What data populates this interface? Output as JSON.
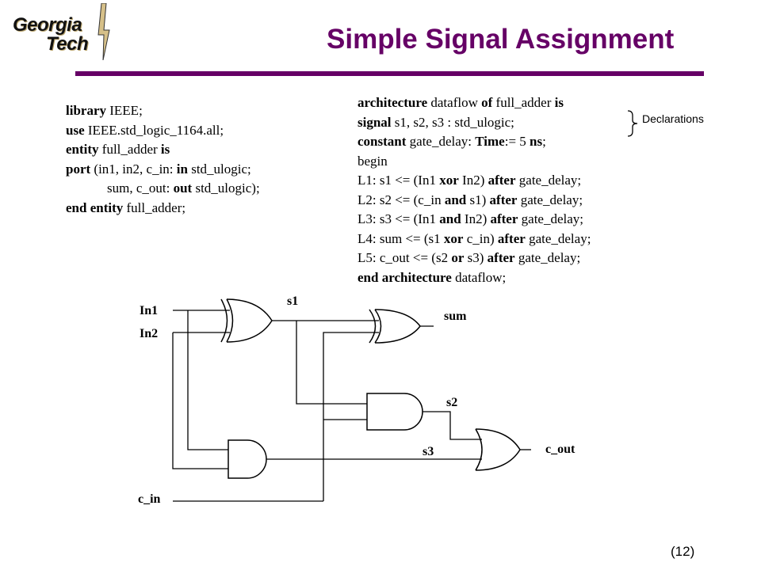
{
  "logo": {
    "line1": "Georgia",
    "line2": "Tech"
  },
  "title": "Simple Signal Assignment",
  "entity_code": [
    [
      {
        "k": "library"
      },
      {
        "t": " IEEE;"
      }
    ],
    [
      {
        "k": "use"
      },
      {
        "t": " IEEE.std_logic_1164.all;"
      }
    ],
    [
      {
        "k": "entity"
      },
      {
        "t": " full_adder "
      },
      {
        "k": "is"
      }
    ],
    [
      {
        "k": "port"
      },
      {
        "t": " (in1, in2, c_in: "
      },
      {
        "k": "in"
      },
      {
        "t": " std_ulogic;"
      }
    ],
    [
      {
        "t": "sum, c_out: "
      },
      {
        "k": "out"
      },
      {
        "t": " std_ulogic);"
      }
    ],
    [
      {
        "k": "end entity"
      },
      {
        "t": " full_adder;"
      }
    ]
  ],
  "arch_code": [
    [
      {
        "k": "architecture"
      },
      {
        "t": " dataflow "
      },
      {
        "k": "of"
      },
      {
        "t": " full_adder "
      },
      {
        "k": "is"
      }
    ],
    [
      {
        "k": "signal"
      },
      {
        "t": " s1, s2, s3 : std_ulogic;"
      }
    ],
    [
      {
        "k": "constant"
      },
      {
        "t": " gate_delay: "
      },
      {
        "k": "Time"
      },
      {
        "t": ":= 5 "
      },
      {
        "k": "ns"
      },
      {
        "t": ";"
      }
    ],
    [
      {
        "t": "begin"
      }
    ],
    [
      {
        "t": "L1: s1 <= (In1 "
      },
      {
        "k": "xor"
      },
      {
        "t": " In2) "
      },
      {
        "k": "after"
      },
      {
        "t": " gate_delay;"
      }
    ],
    [
      {
        "t": "L2: s2 <= (c_in "
      },
      {
        "k": "and"
      },
      {
        "t": " s1) "
      },
      {
        "k": "after"
      },
      {
        "t": " gate_delay;"
      }
    ],
    [
      {
        "t": "L3: s3 <= (In1 "
      },
      {
        "k": "and"
      },
      {
        "t": " In2) "
      },
      {
        "k": "after"
      },
      {
        "t": " gate_delay;"
      }
    ],
    [
      {
        "t": "L4: sum <= (s1 "
      },
      {
        "k": "xor"
      },
      {
        "t": " c_in) "
      },
      {
        "k": "after"
      },
      {
        "t": " gate_delay;"
      }
    ],
    [
      {
        "t": "L5: c_out <= (s2 "
      },
      {
        "k": "or"
      },
      {
        "t": " s3) "
      },
      {
        "k": "after"
      },
      {
        "t": " gate_delay;"
      }
    ],
    [
      {
        "k": "end architecture"
      },
      {
        "t": " dataflow;"
      }
    ]
  ],
  "declarations_label": "Declarations",
  "signals": {
    "in1": "In1",
    "in2": "In2",
    "c_in": "c_in",
    "s1": "s1",
    "s2": "s2",
    "s3": "s3",
    "sum": "sum",
    "c_out": "c_out"
  },
  "page_number": "(12)"
}
